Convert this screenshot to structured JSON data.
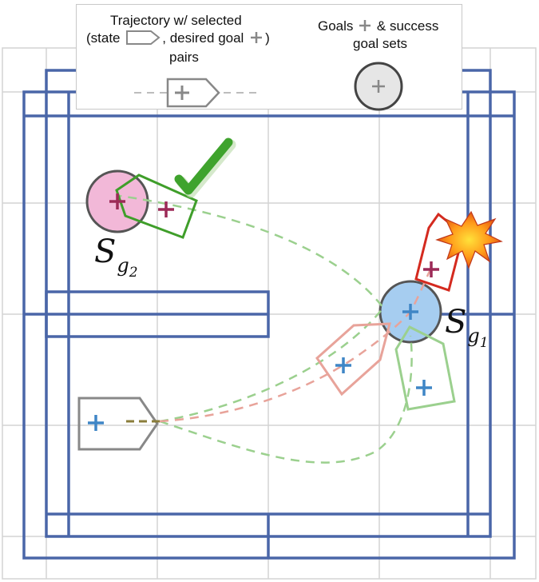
{
  "legend": {
    "trajectory_line1": "Trajectory w/ selected",
    "trajectory_line2_a": "(state",
    "trajectory_line2_b": ", desired goal",
    "trajectory_line2_c": ")",
    "trajectory_line3": "pairs",
    "goals_line1_a": "Goals",
    "goals_line1_b": "& success",
    "goals_line2": "goal sets"
  },
  "labels": {
    "sg2_main": "S",
    "sg2_sub": "g",
    "sg2_subsub": "2",
    "sg1_main": "S",
    "sg1_sub": "g",
    "sg1_subsub": "1"
  },
  "outcomes": {
    "success": "checkmark-icon",
    "failure": "explosion-icon"
  },
  "colors": {
    "wall": "#4a66a8",
    "grid": "#d4d4d4",
    "goal_pink": "#f2b8d8",
    "goal_blue": "#a6cdf0",
    "green_path": "#9bd08e",
    "red_path": "#e8a39a",
    "green_state": "#3f9e2a",
    "red_state": "#d42a1f",
    "check": "#3fa32d",
    "blue_cross": "#3f86c6",
    "maroon_cross": "#9c2a57"
  }
}
